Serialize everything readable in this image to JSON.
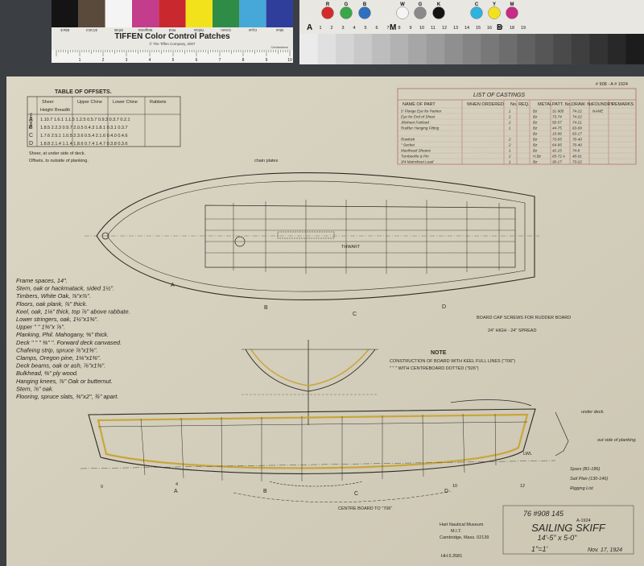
{
  "color_card": {
    "title": "TIFFEN Color Control Patches",
    "copyright": "© The Tiffen Company, 2007",
    "top_labels": [
      "Blue",
      "Cyan",
      "Green",
      "Yellow",
      "Red",
      "Magenta",
      "White",
      "3/Color",
      "Black"
    ],
    "patch_colors": [
      "#2f3e9a",
      "#45a8d8",
      "#2f8c46",
      "#f2e21c",
      "#c8282e",
      "#c43c8c",
      "#f4f4f4",
      "#5a4a3c",
      "#141414"
    ],
    "ruler_label": "Centimeters",
    "ruler_numbers": [
      "1",
      "2",
      "3",
      "4",
      "5",
      "6",
      "7",
      "8",
      "9",
      "10"
    ]
  },
  "gray_card": {
    "corner_left": "A",
    "corner_m": "M",
    "corner_b": "B",
    "letters": [
      "R",
      "G",
      "B",
      "W",
      "G",
      "K",
      "C",
      "Y",
      "M"
    ],
    "numbers": [
      "1",
      "2",
      "3",
      "4",
      "5",
      "6",
      "7",
      "8",
      "9",
      "10",
      "11",
      "12",
      "13",
      "14",
      "15",
      "16",
      "17",
      "18",
      "19"
    ],
    "dot_colors": [
      "#d32a2a",
      "#3aa64a",
      "#2f6fc0",
      "#f4f4f4",
      "#8a8a8a",
      "#141414",
      "#2fb2e0",
      "#f2e21c",
      "#c82a86"
    ]
  },
  "offsets_table": {
    "title": "TABLE OF OFFSETS.",
    "col_headers": [
      "Sheer",
      "Upper Chine",
      "Lower Chine",
      "Rabbets"
    ],
    "sub_headers": [
      "Height",
      "Breadth"
    ],
    "row_label_title": "Stations",
    "rows": [
      {
        "station": "A",
        "values": "1.10.7  1.6.1  1.1.5  1.2.5  0.5.7  0.9.3  0.3.7  0.2.1"
      },
      {
        "station": "B",
        "values": "1.8.5  2.2.3  0.9.7  2.0.5  0.4.3  1.8.1  0.3.1  0.3.7"
      },
      {
        "station": "C",
        "values": "1.7.6  2.5.1  1.0.5  2.3.6  0.5.4  2.1.6  0.4.0  0.4.6"
      },
      {
        "station": "D",
        "values": "1.8.8  2.1.4  1.1.4  1.8.6  0.7.4  1.4.7  0.3.8  0.3.6"
      }
    ],
    "note1": "Sheer, at under side of deck.",
    "note2": "Offsets, to outside of planking."
  },
  "castings": {
    "ref_number": "# 908 - A  # 1924",
    "title": "LIST OF CASTINGS",
    "headers": [
      "NAME OF PART",
      "WHEN ORDERED",
      "No. REQ.",
      "METAL",
      "PATT. No.",
      "DRAW. No.",
      "FOUNDRY",
      "REMARKS"
    ],
    "rows": [
      {
        "name": "5' Flange Eye for Painter",
        "qty": "1",
        "metal": "Bz",
        "patt": "31-905",
        "draw": "74-22",
        "foundry": "NAME"
      },
      {
        "name": "Eye for End of Sheet",
        "qty": "2",
        "metal": "Bz",
        "patt": "73-74",
        "draw": "74-22",
        "foundry": ""
      },
      {
        "name": "Jibsheet Fairlead",
        "qty": "2",
        "metal": "Bz",
        "patt": "50-57",
        "draw": "74-21",
        "foundry": ""
      },
      {
        "name": "Rudder Hanging Fitting",
        "qty": "1",
        "metal": "Bz",
        "patt": "44-75",
        "draw": "63-69",
        "foundry": ""
      },
      {
        "name": "",
        "qty": "",
        "metal": "Bz",
        "patt": "15-06",
        "draw": "63-17",
        "foundry": ""
      },
      {
        "name": "Rowlock",
        "qty": "2",
        "metal": "Bz",
        "patt": "73-05",
        "draw": "70-40",
        "foundry": ""
      },
      {
        "name": "\" Socket",
        "qty": "2",
        "metal": "Bz",
        "patt": "64-95",
        "draw": "70-40",
        "foundry": ""
      },
      {
        "name": "Masthead Sheave",
        "qty": "1",
        "metal": "Bz",
        "patt": "42-15",
        "draw": "74-8",
        "foundry": ""
      },
      {
        "name": "Turnbuckle & Pin",
        "qty": "2",
        "metal": "H.Bz",
        "patt": "65-72 A",
        "draw": "40-01",
        "foundry": ""
      },
      {
        "name": "3/4 Mainsheet Lead",
        "qty": "1",
        "metal": "Bz",
        "patt": "30-17",
        "draw": "73-22",
        "foundry": ""
      }
    ]
  },
  "specs": [
    "Frame spaces, 14\".",
    "Stem, oak or hackmatack, sided 1½\".",
    "Timbers, White Oak, ⅞\"x⅞\".",
    "Floors, oak plank, ⅞\" thick.",
    "Keel, oak, 1⅛\" thick, top ⅞\" above rabbate.",
    "Lower stringers, oak, 1½\"x1⅜\".",
    "Upper      \"      \"     1⅜\"x ⅞\".",
    "Planking, Phil. Mahogany, ⅝\" thick.",
    "Deck    \"    \"    \"    ⅜\"    \". Forward deck canvased.",
    "Chafeing strip, spruce ⅞\"x1⅜\".",
    "Clamps, Oregon pine, 1⅛\"x1⅜\".",
    "Deck beams, oak or ash, ⅞\"x1⅜\".",
    "Bulkhead, ⅜\" ply wood.",
    "Hanging knees, ⅞\" Oak or butternut.",
    "Stern, ⅞\" oak.",
    "Flooring, spruce slats, ⅜\"x2\", ¾\" apart."
  ],
  "plan_view": {
    "station_labels": [
      "A",
      "B",
      "C",
      "D"
    ],
    "thwart_label": "THWART",
    "chain_plates": "chain plates",
    "board_cap": "BOARD CAP SCREWS    FOR RUDDER BOARD",
    "board_note": "24\" HIGH - 24\" SPREAD"
  },
  "note_box": {
    "title": "NOTE",
    "line1": "CONSTRUCTION OF BOARD WITH KEEL FULL LINES (\"706\")",
    "line2": "\"        \"      \"      WITH CENTREBOARD DOTTED (\"926\")"
  },
  "profile": {
    "station_labels": [
      "A",
      "B",
      "C",
      "D"
    ],
    "frame_numbers": [
      "0",
      "4",
      "10",
      "12"
    ],
    "transom_labels": [
      "under deck.",
      "out side of planking."
    ],
    "lwl_label": "LWL",
    "bottom_note": "CENTRE BOARD TO \"706\""
  },
  "right_refs": [
    "Spars (B1-186)",
    "Sail Plan (130-146)",
    "Rigging List"
  ],
  "title_block": {
    "numbers": "76    #908    145",
    "sub_number": "A-1924",
    "title": "SAILING SKIFF",
    "dims": "14'-5\" x 5-0\"",
    "scale": "1\"=1'",
    "date": "Nov. 17, 1924"
  },
  "stamp": {
    "line1": "Hart Nautical Museum",
    "line2": "M.I.T.",
    "line3": "Cambridge, Mass. 02139",
    "hand_number": "HH.5.3581"
  }
}
